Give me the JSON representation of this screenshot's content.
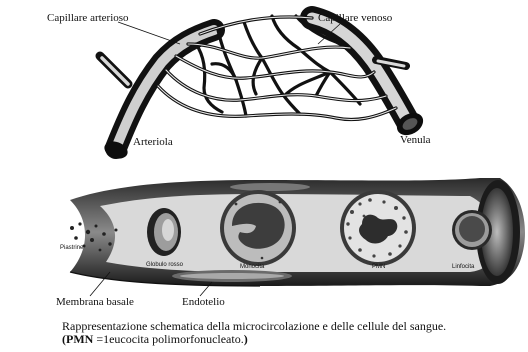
{
  "labels": {
    "capillare_arterioso": "Capillare arterioso",
    "capillare_venoso": "Capillare venoso",
    "arteriola": "Arteriola",
    "venula": "Venula",
    "piastrine": "Piastrine",
    "globulo_rosso": "Globulo rosso",
    "monocita": "Monocita",
    "pmn": "PMN",
    "linfocita": "Linfocita",
    "membrana_basale": "Membrana basale",
    "endotelio": "Endotelio"
  },
  "caption": {
    "line1": "Rappresentazione schematica della microcircolazione e delle cellule del sangue.",
    "abbr": "(PMN",
    "definition": " =1eucocita polimorfonucleato.",
    "end": ")"
  }
}
